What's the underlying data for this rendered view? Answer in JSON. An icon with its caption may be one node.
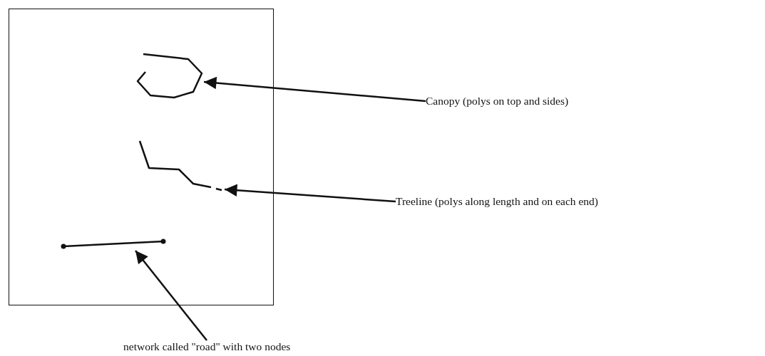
{
  "diagram": {
    "nodes": [
      {
        "text": [],
        "shape": "box"
      },
      {
        "text": [],
        "shape": "picture",
        "in": 0
      },
      {
        "text": [],
        "shape": "picture",
        "in": 0
      },
      {
        "text": [],
        "shape": "picture",
        "in": 0
      },
      {
        "text": [
          "Canopy (polys on top and sides)"
        ]
      },
      {
        "text": [
          "Treeline (polys along length and on each end)"
        ]
      },
      {
        "text": [
          "network called \"road\" with two nodes"
        ]
      }
    ],
    "edges": [
      {
        "from": 4,
        "to": 1,
        "arrow": "to"
      },
      {
        "from": 5,
        "to": 2,
        "arrow": "to"
      },
      {
        "from": 6,
        "to": 3,
        "arrow": "to"
      }
    ]
  }
}
